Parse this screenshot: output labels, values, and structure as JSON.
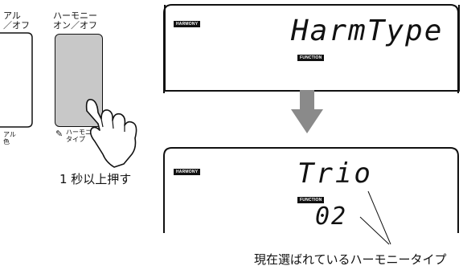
{
  "left_panel": {
    "left_button_label_top": "アル\n／オフ",
    "left_button_label_bottom": "アル\n色",
    "harmony_button_label_top": "ハーモニー\nオン／オフ",
    "harmony_button_label_bottom": "ハーモニー\nタイプ",
    "instruction": "1 秒以上押す"
  },
  "lcd_top": {
    "badge": "HARMONY",
    "sub_badge": "FUNCTION",
    "text": "HarmType"
  },
  "lcd_bottom": {
    "badge": "HARMONY",
    "sub_badge": "FUNCTION",
    "text": "Trio",
    "number": "02"
  },
  "caption": "現在選ばれているハーモニータイプ",
  "colors": {
    "button_fill": "#c8c8c8",
    "arrow": "#8a8a8a",
    "outline": "#111111"
  }
}
